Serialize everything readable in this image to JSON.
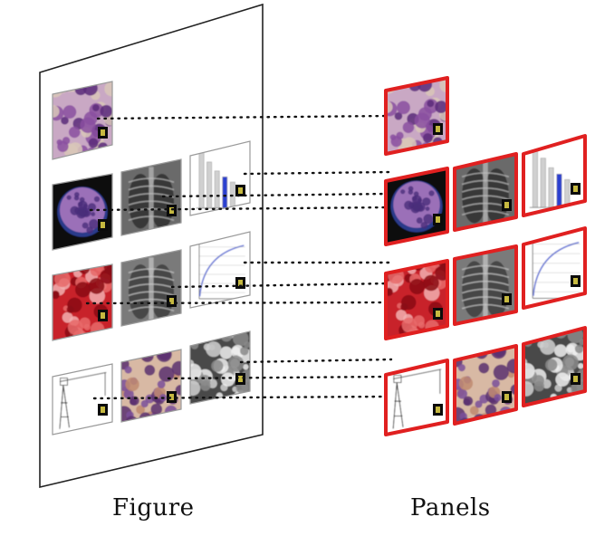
{
  "captions": {
    "figure": "Figure",
    "panels": "Panels"
  },
  "colors": {
    "panel_border": "#e02020",
    "sheet_border": "#222222",
    "connector": "#111111",
    "label_badge": "#0b0b0b",
    "label_mark": "#e8d84a"
  },
  "panels": [
    {
      "name": "panel-micrograph-purple",
      "kind": "micro",
      "palette": [
        "#c9a8c4",
        "#8a4fa0",
        "#5a2a7a",
        "#d9c7b8"
      ]
    },
    {
      "name": "panel-circular-micrograph",
      "kind": "circle",
      "palette": [
        "#0a0a0a",
        "#9b6fb8",
        "#4a2d7a",
        "#2a3a8a"
      ]
    },
    {
      "name": "panel-chest-xray-1",
      "kind": "xray",
      "palette": [
        "#2a2a2a",
        "#bdbdbd",
        "#6a6a6a",
        "#ffffff"
      ]
    },
    {
      "name": "panel-bar-chart",
      "kind": "bars",
      "palette": [
        "#ffffff",
        "#d0d0d0",
        "#2b3fd0",
        "#777777"
      ]
    },
    {
      "name": "panel-red-cells",
      "kind": "red",
      "palette": [
        "#c8202a",
        "#8a0a14",
        "#e86a6a",
        "#f2b0b0"
      ]
    },
    {
      "name": "panel-chest-xray-2",
      "kind": "xray",
      "palette": [
        "#3a3a3a",
        "#c9c9c9",
        "#7a7a7a",
        "#ffffff"
      ]
    },
    {
      "name": "panel-curve-plot",
      "kind": "curve",
      "palette": [
        "#ffffff",
        "#6a7ad8",
        "#999999",
        "#444444"
      ]
    },
    {
      "name": "panel-line-drawing",
      "kind": "lines",
      "palette": [
        "#ffffff",
        "#555555",
        "#999999",
        "#222222"
      ]
    },
    {
      "name": "panel-stained-tissue",
      "kind": "micro",
      "palette": [
        "#d8b9a4",
        "#7a4f9a",
        "#c08a70",
        "#5a3070"
      ]
    },
    {
      "name": "panel-gray-cells",
      "kind": "gray",
      "palette": [
        "#4a4a4a",
        "#d0d0d0",
        "#8a8a8a",
        "#f0f0f0"
      ]
    }
  ]
}
